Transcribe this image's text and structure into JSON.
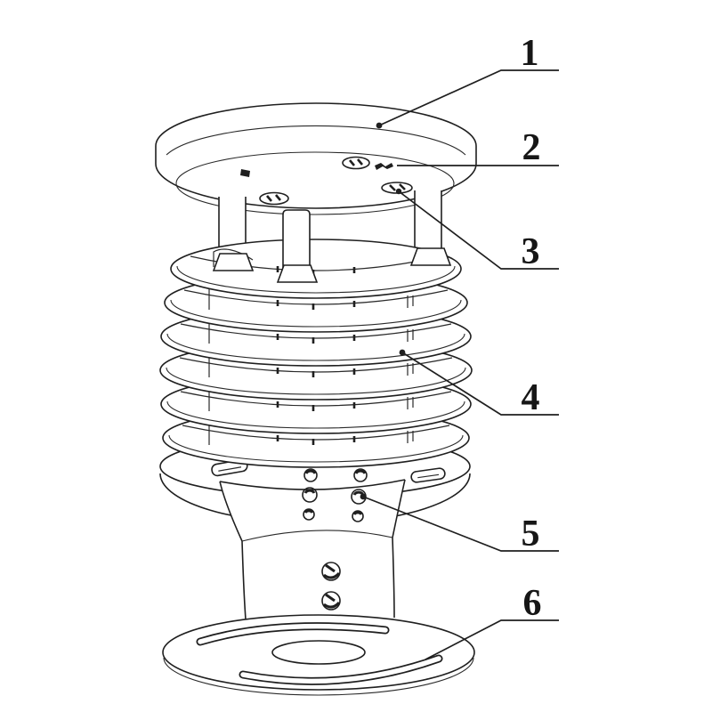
{
  "figure": {
    "kind": "technical line drawing",
    "background_color": "#ffffff",
    "line_color": "#1f1f1f"
  },
  "callouts": [
    {
      "label": "1"
    },
    {
      "label": "2"
    },
    {
      "label": "3"
    },
    {
      "label": "4"
    },
    {
      "label": "5"
    },
    {
      "label": "6"
    }
  ]
}
